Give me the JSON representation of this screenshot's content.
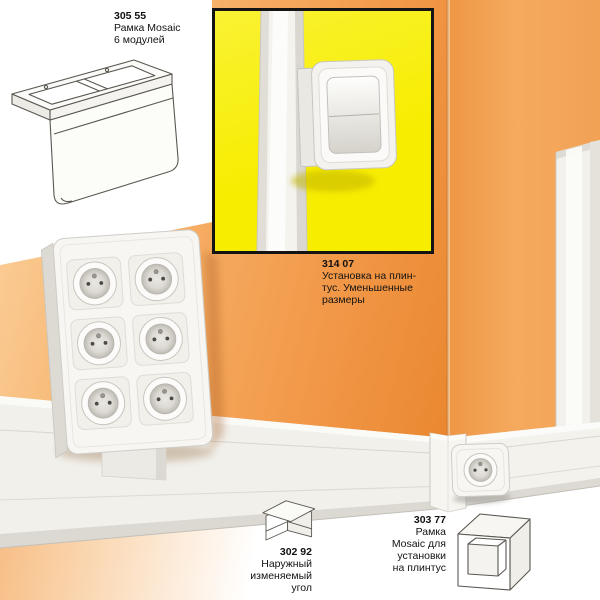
{
  "products": [
    {
      "code": "305 55",
      "lines": [
        "Рамка Mosaic",
        "6 модулей"
      ]
    },
    {
      "code": "314 07",
      "lines": [
        "Установка на плин-",
        "тус. Уменьшенные",
        "размеры"
      ]
    },
    {
      "code": "302 92",
      "lines": [
        "Наружный",
        "изменяемый",
        "угол"
      ]
    },
    {
      "code": "303 77",
      "lines": [
        "Рамка",
        "Mosaic для",
        "установки",
        "на плинтус"
      ]
    }
  ],
  "colors": {
    "wall-light": "#fbd6a6",
    "wall-deep": "#e67f28",
    "wall-right": "#f2a155",
    "floor-orange": "#f2a35f",
    "inset-yellow": "#f7ed00",
    "inset-border": "#141414",
    "duct-white": "#f2f1ec",
    "line-art": "#5a5750",
    "text": "#121212"
  }
}
